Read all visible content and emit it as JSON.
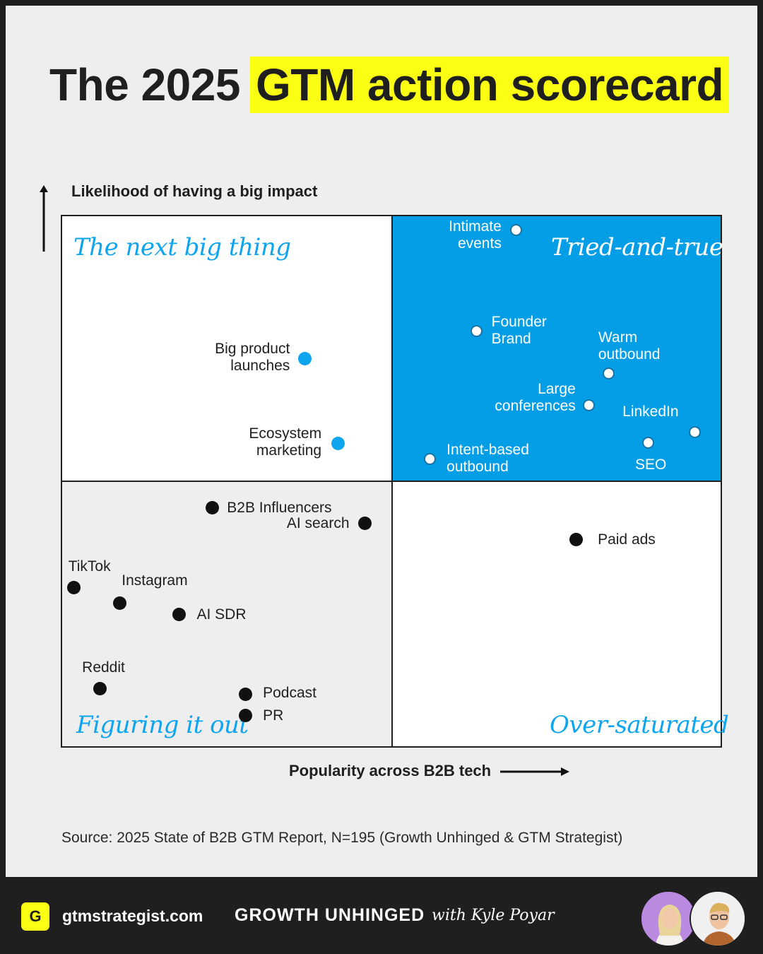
{
  "title": {
    "plain": "The 2025",
    "highlight": "GTM action scorecard"
  },
  "colors": {
    "highlight": "#fbff14",
    "accent_blue": "#049ee6",
    "dark": "#1f1f1f"
  },
  "chart_data": {
    "type": "scatter",
    "ylabel": "Likelihood of having a big impact",
    "xlabel": "Popularity across B2B tech",
    "quadrants": {
      "top_left": "The next big thing",
      "top_right": "Tried-and-true",
      "bottom_left": "Figuring it out",
      "bottom_right": "Over-saturated"
    },
    "points": [
      {
        "label": "Intimate\nevents",
        "x": 69,
        "y": 97,
        "quadrant": "Tried-and-true"
      },
      {
        "label": "Founder\nBrand",
        "x": 63,
        "y": 78,
        "quadrant": "Tried-and-true"
      },
      {
        "label": "Warm\noutbound",
        "x": 83,
        "y": 70,
        "quadrant": "Tried-and-true"
      },
      {
        "label": "Large\nconferences",
        "x": 80,
        "y": 64,
        "quadrant": "Tried-and-true"
      },
      {
        "label": "LinkedIn",
        "x": 96,
        "y": 59,
        "quadrant": "Tried-and-true"
      },
      {
        "label": "SEO",
        "x": 89,
        "y": 57,
        "quadrant": "Tried-and-true"
      },
      {
        "label": "Intent-based\noutbound",
        "x": 56,
        "y": 54,
        "quadrant": "Tried-and-true"
      },
      {
        "label": "Big product\nlaunches",
        "x": 37,
        "y": 73,
        "quadrant": "The next big thing"
      },
      {
        "label": "Ecosystem\nmarketing",
        "x": 42,
        "y": 57,
        "quadrant": "The next big thing"
      },
      {
        "label": "B2B Influencers",
        "x": 23,
        "y": 45,
        "quadrant": "Figuring it out"
      },
      {
        "label": "AI search",
        "x": 46,
        "y": 42,
        "quadrant": "Figuring it out"
      },
      {
        "label": "TikTok",
        "x": 2,
        "y": 30,
        "quadrant": "Figuring it out"
      },
      {
        "label": "Instagram",
        "x": 9,
        "y": 27,
        "quadrant": "Figuring it out"
      },
      {
        "label": "AI SDR",
        "x": 18,
        "y": 25,
        "quadrant": "Figuring it out"
      },
      {
        "label": "Reddit",
        "x": 6,
        "y": 11,
        "quadrant": "Figuring it out"
      },
      {
        "label": "Podcast",
        "x": 28,
        "y": 10,
        "quadrant": "Figuring it out"
      },
      {
        "label": "PR",
        "x": 28,
        "y": 6,
        "quadrant": "Figuring it out"
      },
      {
        "label": "Paid ads",
        "x": 78,
        "y": 39,
        "quadrant": "Over-saturated"
      }
    ],
    "xlim": [
      0,
      100
    ],
    "ylim": [
      0,
      100
    ],
    "grid": false,
    "legend": "none"
  },
  "source": "Source: 2025 State of B2B GTM Report, N=195 (Growth Unhinged & GTM Strategist)",
  "footer": {
    "logo_glyph": "G",
    "site": "gtmstrategist.com",
    "brand": "GROWTH UNHINGED",
    "brand_sub": "with Kyle Poyar"
  }
}
